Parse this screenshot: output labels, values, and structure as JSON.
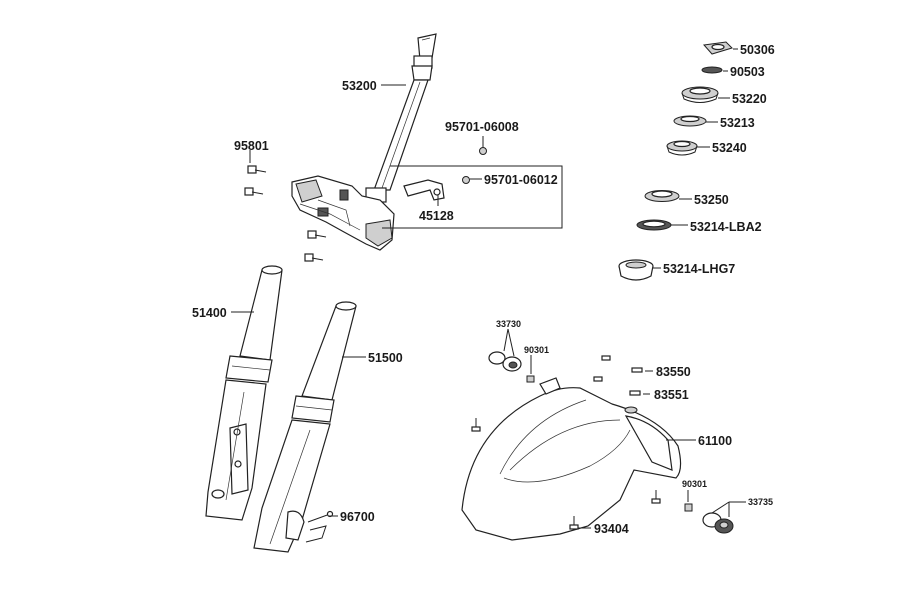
{
  "labels": {
    "p50306": "50306",
    "p90503": "90503",
    "p53220": "53220",
    "p53213": "53213",
    "p53240": "53240",
    "p53250": "53250",
    "p53214_lba2": "53214-LBA2",
    "p53214_lhg7": "53214-LHG7",
    "p53200": "53200",
    "p95801": "95801",
    "p95701_06008": "95701-06008",
    "p95701_06012": "95701-06012",
    "p45128": "45128",
    "p51400": "51400",
    "p51500": "51500",
    "p96700": "96700",
    "p33730": "33730",
    "p90301_top": "90301",
    "p83550": "83550",
    "p83551": "83551",
    "p61100": "61100",
    "p90301_bottom": "90301",
    "p33735": "33735",
    "p93404": "93404"
  }
}
